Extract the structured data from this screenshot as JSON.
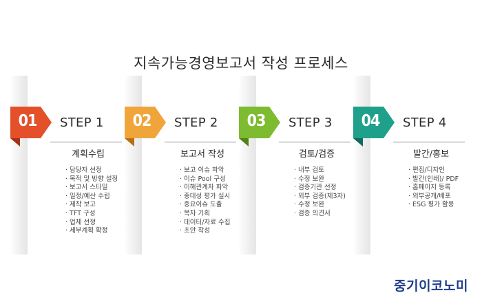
{
  "title": "지속가능경영보고서 작성 프로세스",
  "steps": [
    {
      "number": "01",
      "label": "STEP 1",
      "color": "#e3502a",
      "color_dark": "#a83015",
      "heading": "계획수립",
      "items": [
        "담당자 선정",
        "목적 및 방향 설정",
        "보고서 스타일",
        "일정/예산 수립",
        "제작 보고",
        "TFT 구성",
        "업체 선정",
        "세부계획 확정"
      ]
    },
    {
      "number": "02",
      "label": "STEP 2",
      "color": "#f0a53a",
      "color_dark": "#b76f14",
      "heading": "보고서 작성",
      "items": [
        "보고 이슈 파악",
        "이슈 Pool 구성",
        "이해관계자 파악",
        "중대성 평가 실시",
        "중요이슈 도출",
        "목차 기획",
        "데이터/자료 수집",
        "초안 작성"
      ]
    },
    {
      "number": "03",
      "label": "STEP 3",
      "color": "#7dbb30",
      "color_dark": "#4f8415",
      "heading": "검토/검증",
      "items": [
        "내부 검토",
        "수정 보완",
        "검증기관 선정",
        "외부 검증(제3자)",
        "수정 보완",
        "검증 의견서"
      ]
    },
    {
      "number": "04",
      "label": "STEP 4",
      "color": "#1ea08a",
      "color_dark": "#0f6b5b",
      "heading": "발간/홍보",
      "items": [
        "편집/디자인",
        "발간(인쇄)/ PDF",
        "홈페이지 등록",
        "외부공개/배포",
        "ESG 평가 활용"
      ]
    }
  ],
  "brand": "중기이코노미"
}
